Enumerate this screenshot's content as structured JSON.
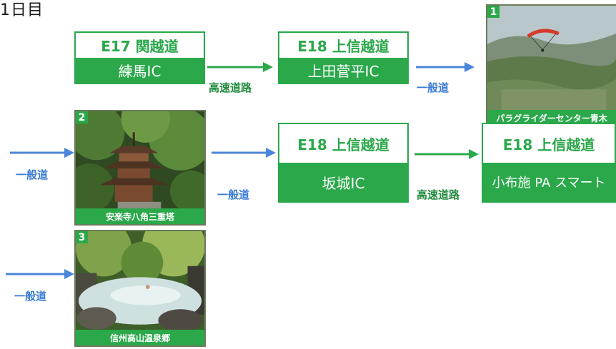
{
  "day_title": "1日目",
  "nodes": [
    {
      "road": "E17 関越道",
      "ic": "練馬IC"
    },
    {
      "road": "E18 上信越道",
      "ic": "上田菅平IC"
    },
    {
      "road": "E18 上信越道",
      "ic": "坂城IC"
    },
    {
      "road": "E18 上信越道",
      "ic": "小布施 PA スマート"
    }
  ],
  "edge_labels": {
    "expressway": "高速道路",
    "general_road": "一般道"
  },
  "spots": [
    {
      "number": "1",
      "name": "パラグライダーセンター青木"
    },
    {
      "number": "2",
      "name": "安楽寺八角三重塔"
    },
    {
      "number": "3",
      "name": "信州高山温泉郷"
    }
  ],
  "colors": {
    "highway_green": "#2aa84a",
    "general_road_blue": "#4a86d9"
  }
}
